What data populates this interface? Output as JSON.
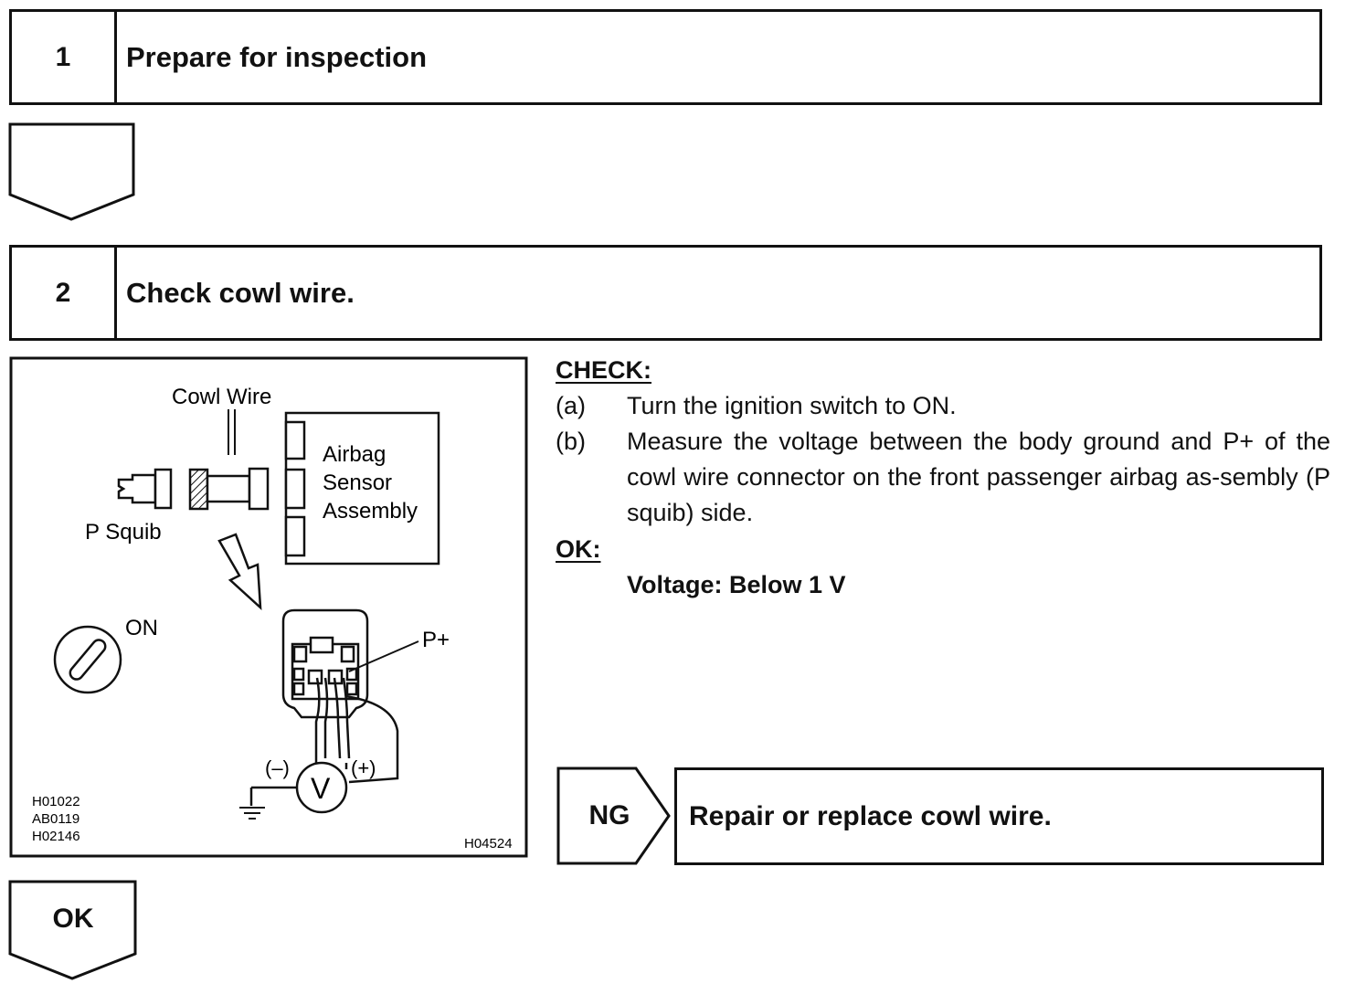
{
  "step1": {
    "number": "1",
    "title": "Prepare for inspection"
  },
  "step2": {
    "number": "2",
    "title": "Check cowl wire."
  },
  "figure": {
    "label_cowl_wire": "Cowl Wire",
    "label_airbag_1": "Airbag",
    "label_airbag_2": "Sensor",
    "label_airbag_3": "Assembly",
    "label_p_squib": "P Squib",
    "label_on": "ON",
    "label_p_plus": "P+",
    "label_minus": "(–)",
    "label_plus": "(+)",
    "label_v": "V",
    "codes": [
      "H01022",
      "AB0119",
      "H02146"
    ],
    "figure_id": "H04524"
  },
  "check": {
    "heading": "CHECK:",
    "items": [
      {
        "letter": "(a)",
        "text": "Turn the ignition switch to ON."
      },
      {
        "letter": "(b)",
        "text": "Measure the voltage between the body ground and P+ of the cowl wire connector on the front passenger airbag as-sembly (P squib) side."
      }
    ],
    "ok_heading": "OK:",
    "ok_value": "Voltage: Below 1 V"
  },
  "ng_branch": {
    "label": "NG",
    "action": "Repair or replace cowl wire."
  },
  "ok_branch": {
    "label": "OK"
  }
}
